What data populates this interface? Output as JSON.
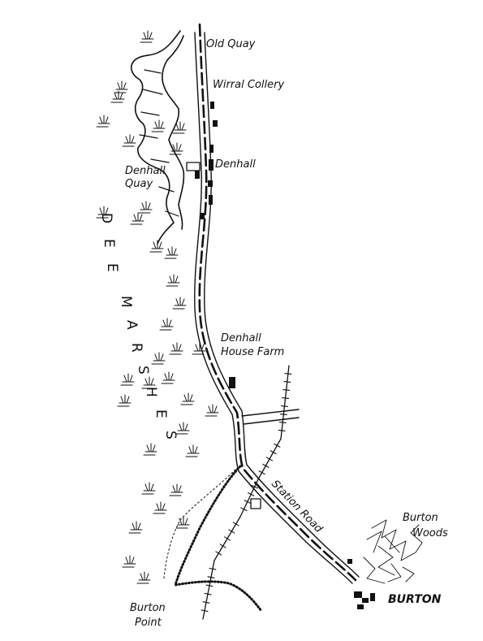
{
  "map": {
    "place_labels": {
      "old_quay": "Old Quay",
      "wirral_colliery": "Wirral Collery",
      "denhall": "Denhall",
      "denhall_quay_line1": "Denhall",
      "denhall_quay_line2": "Quay",
      "denhall_house_farm_line1": "Denhall",
      "denhall_house_farm_line2": "House Farm",
      "station_road": "Station Road",
      "burton_woods_line1": "Burton",
      "burton_woods_line2": "Woods",
      "burton": "BURTON",
      "burton_point_line1": "Burton",
      "burton_point_line2": "Point"
    },
    "marsh_letters": [
      "D",
      "E",
      "E",
      "M",
      "A",
      "R",
      "S",
      "H",
      "E",
      "S"
    ],
    "colors": {
      "ink": "#111111",
      "background": "#ffffff"
    }
  }
}
